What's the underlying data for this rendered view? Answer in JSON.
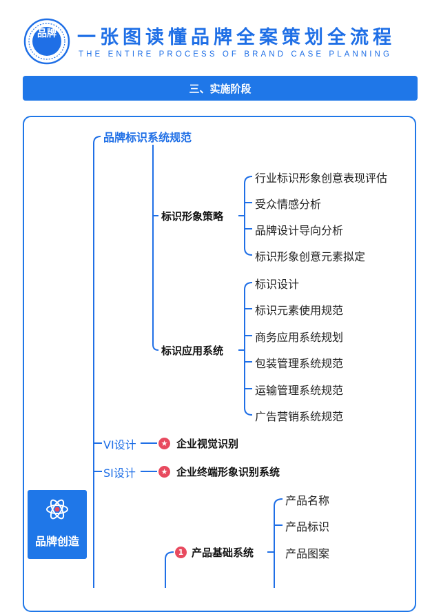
{
  "header": {
    "logo_text": "品牌",
    "title": "一张图读懂品牌全案策划全流程",
    "subtitle": "THE ENTIRE PROCESS OF BRAND CASE PLANNING"
  },
  "section": {
    "title": "三、实施阶段"
  },
  "root": {
    "label": "品牌创造",
    "icon": "atom-icon"
  },
  "branches": {
    "standard": {
      "label": "品牌标识系统规范",
      "strategy": {
        "label": "标识形象策略",
        "items": [
          "行业标识形象创意表现评估",
          "受众情感分析",
          "品牌设计导向分析",
          "标识形象创意元素拟定"
        ]
      },
      "application": {
        "label": "标识应用系统",
        "items": [
          "标识设计",
          "标识元素使用规范",
          "商务应用系统规划",
          "包装管理系统规范",
          "运输管理系统规范",
          "广告营销系统规范"
        ]
      }
    },
    "vi": {
      "label": "VI设计",
      "dash": "—",
      "target": "企业视觉识别"
    },
    "si": {
      "label": "SI设计",
      "dash": "—",
      "target": "企业终端形象识别系统"
    },
    "product": {
      "badge": "1",
      "label": "产品基础系统",
      "items": [
        "产品名称",
        "产品标识",
        "产品图案"
      ]
    }
  },
  "colors": {
    "primary": "#1f77e8",
    "accent": "#e84a5f"
  }
}
